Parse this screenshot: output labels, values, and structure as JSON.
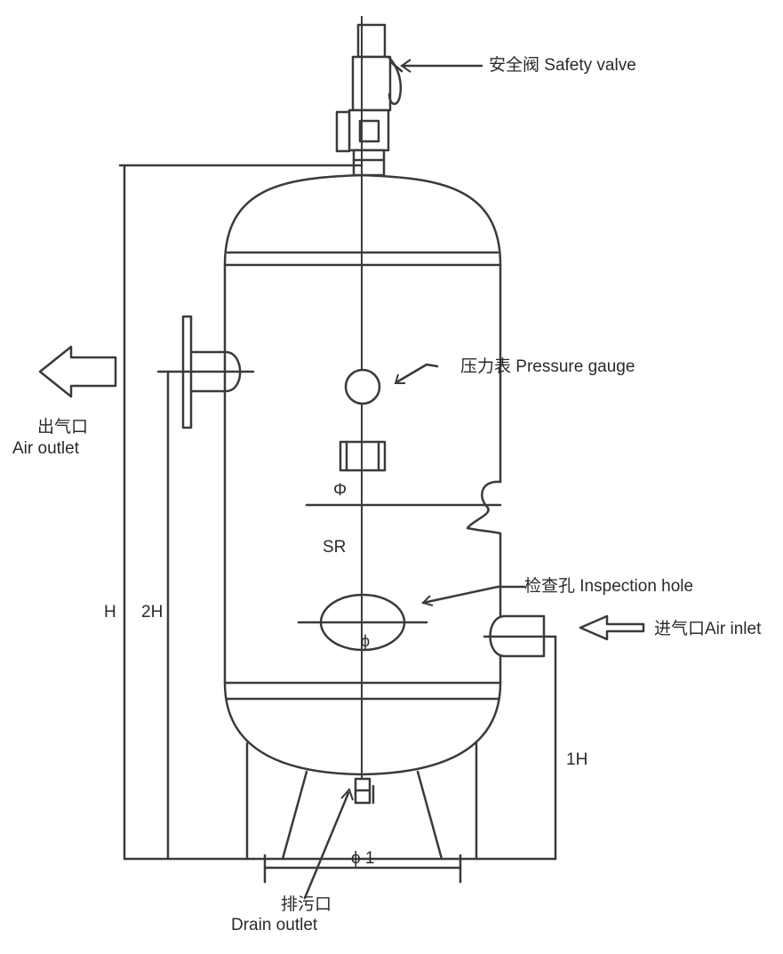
{
  "labels": {
    "safety_valve": "安全阀 Safety valve",
    "pressure_gauge": "压力表 Pressure gauge",
    "air_outlet_cn": "出气口",
    "air_outlet_en": "Air outlet",
    "inspection_hole": "检查孔 Inspection hole",
    "air_inlet": "进气口Air inlet",
    "drain_outlet_cn": "排污口",
    "drain_outlet_en": "Drain outlet"
  },
  "dimensions": {
    "phi": "Φ",
    "sr": "SR",
    "h": "H",
    "two_h": "2H",
    "one_h": "1H",
    "phi1": "ϕ 1",
    "small_phi": "ϕ"
  },
  "colors": {
    "line": "#3a3a3a",
    "text": "#2a2a2a",
    "background": "#ffffff"
  }
}
